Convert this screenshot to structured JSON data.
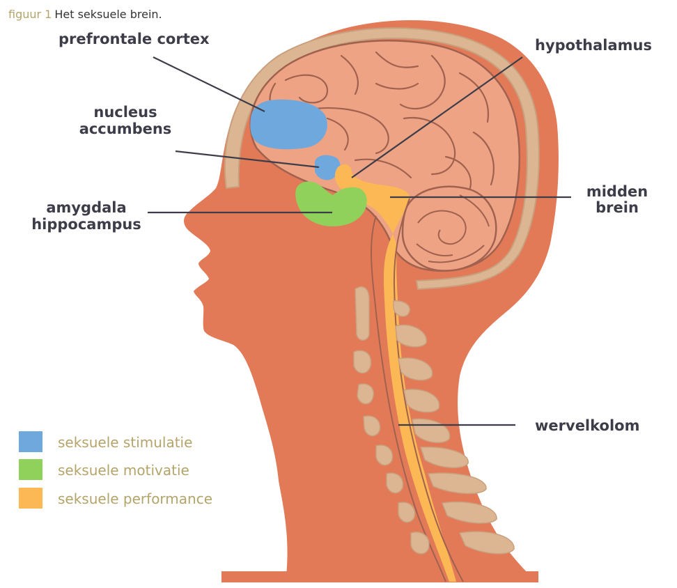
{
  "caption": {
    "figure": "figuur 1",
    "text": "Het seksuele brein."
  },
  "labels": {
    "prefrontal": "prefrontale cortex",
    "nucleus_1": "nucleus",
    "nucleus_2": "accumbens",
    "amygdala_1": "amygdala",
    "amygdala_2": "hippocampus",
    "hypothalamus": "hypothalamus",
    "midden_1": "midden",
    "midden_2": "brein",
    "wervelkolom": "wervelkolom"
  },
  "legend": [
    {
      "label": "seksuele stimulatie",
      "color": "#6fa8dc"
    },
    {
      "label": "seksuele motivatie",
      "color": "#8fd15a"
    },
    {
      "label": "seksuele performance",
      "color": "#fbb854"
    }
  ],
  "colors": {
    "skin": "#e27a58",
    "skull": "#dcb692",
    "brain": "#eda384",
    "brain_line": "#a0614f",
    "cortex": "#6fa8dc",
    "amygdala": "#8fd15a",
    "midbrain": "#fbb854",
    "label_text": "#3d3d4a",
    "legend_text": "#b4a46a"
  }
}
